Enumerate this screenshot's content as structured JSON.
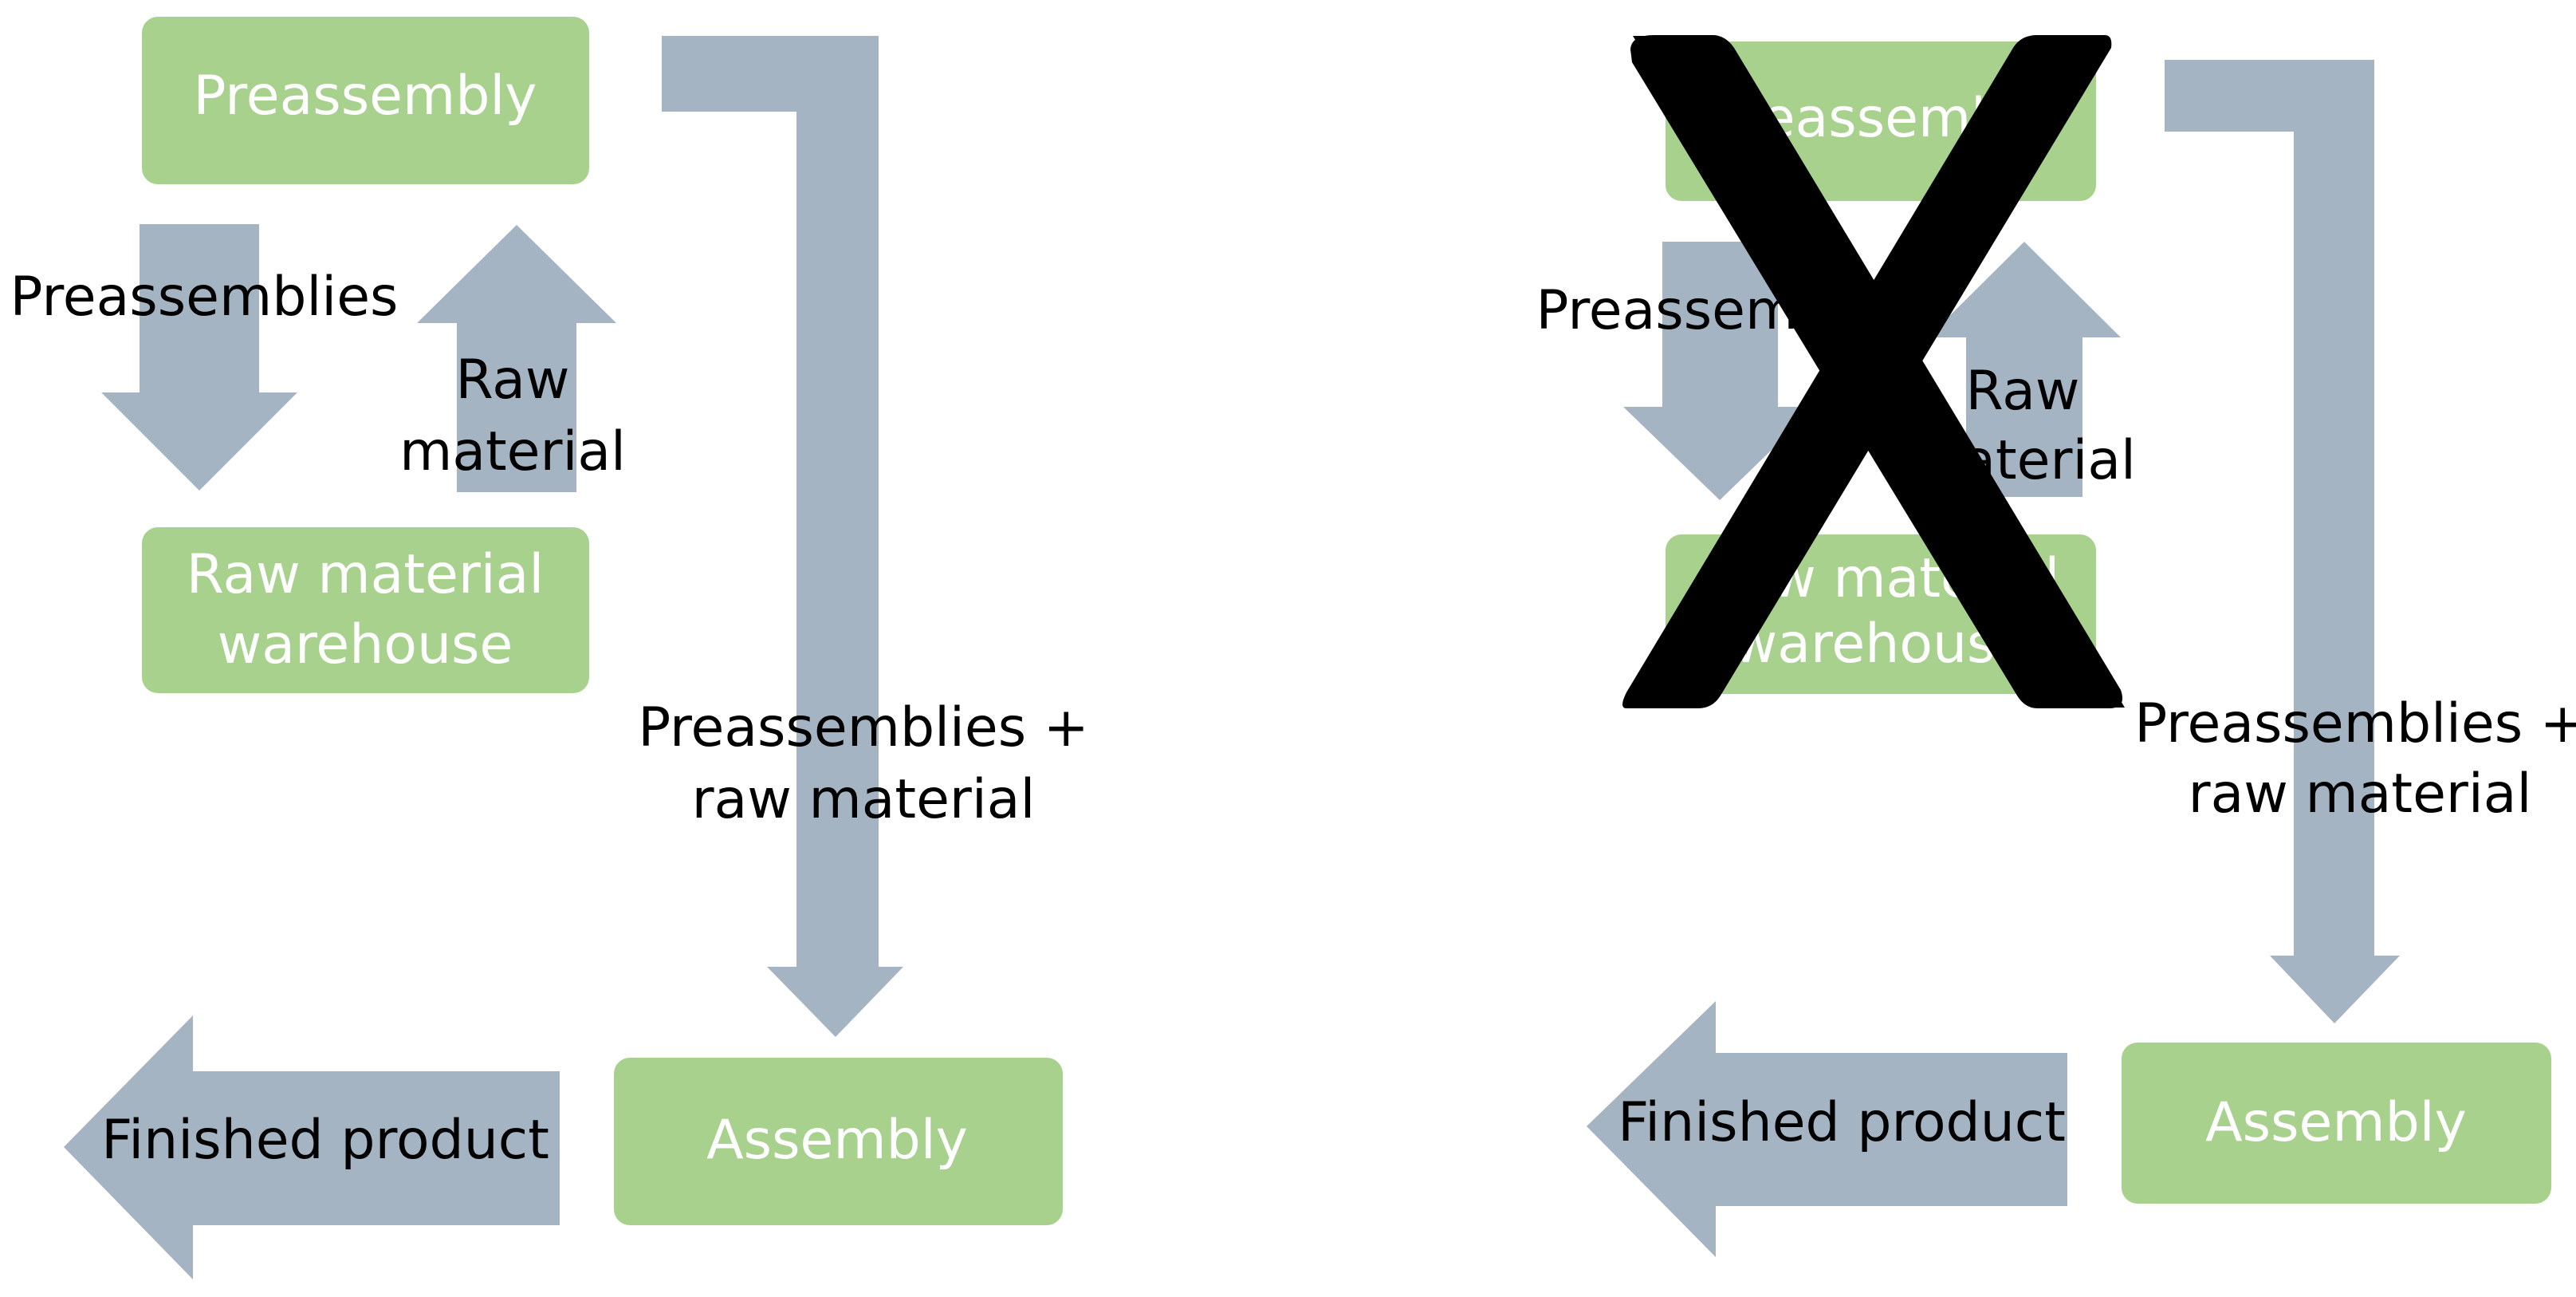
{
  "colors": {
    "box_fill": "#a9d18e",
    "arrow_fill": "#a5b4c3",
    "box_text": "#ffffff",
    "flow_text": "#000000",
    "cross": "#000000",
    "background": "#ffffff"
  },
  "left_diagram": {
    "preassembly_box": "Preassembly",
    "raw_material_warehouse_box": [
      "Raw material",
      "warehouse"
    ],
    "assembly_box": "Assembly",
    "preassemblies_label": "Preassemblies",
    "raw_material_label": [
      "Raw",
      "material"
    ],
    "combined_label": [
      "Preassemblies +",
      "raw material"
    ],
    "finished_product_label": "Finished product"
  },
  "right_diagram": {
    "preassembly_box": "Preassembly",
    "raw_material_warehouse_box": [
      "Raw material",
      "warehouse"
    ],
    "assembly_box": "Assembly",
    "preassemblies_label": "Preassemblies",
    "raw_material_label": [
      "Raw",
      "material"
    ],
    "combined_label": [
      "Preassemblies +",
      "raw material"
    ],
    "finished_product_label": "Finished product",
    "crossed_out_mark": "X"
  }
}
